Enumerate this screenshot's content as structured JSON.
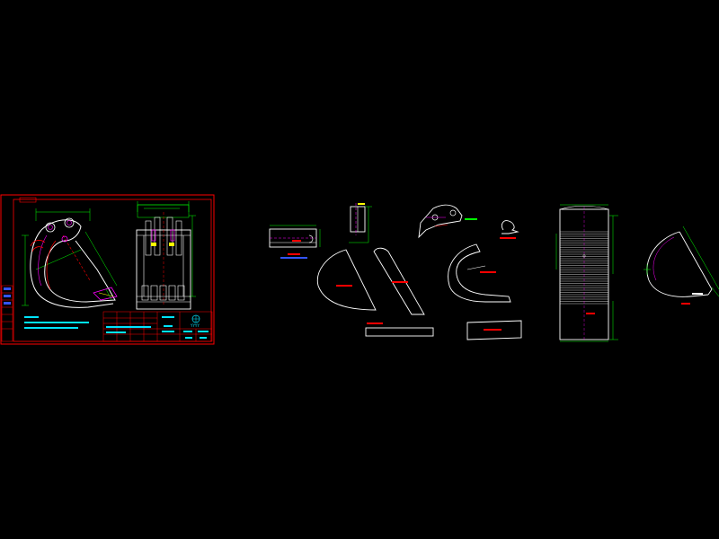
{
  "colors": {
    "background": "#000000",
    "frame": "#ff0000",
    "outline": "#ffffff",
    "dimension": "#00ff00",
    "centerline": "#ff00ff",
    "cyan": "#00e5ff",
    "yellow": "#ffff00",
    "blue": "#3355ff"
  },
  "title_block": {
    "logo_text": "YYYY"
  },
  "views": [
    {
      "id": "bucket-assembly",
      "icon": "bucket-side-view-icon"
    },
    {
      "id": "bucket-front",
      "icon": "bucket-front-view-icon"
    },
    {
      "id": "plate-1",
      "icon": "rectangular-plate-icon"
    },
    {
      "id": "plate-2",
      "icon": "vertical-plate-icon"
    },
    {
      "id": "ear-plate",
      "icon": "ear-plate-icon"
    },
    {
      "id": "hook",
      "icon": "hook-part-icon"
    },
    {
      "id": "side-plate",
      "icon": "side-plate-icon"
    },
    {
      "id": "rib",
      "icon": "rib-plate-icon"
    },
    {
      "id": "curved-plate",
      "icon": "curved-plate-icon"
    },
    {
      "id": "strip-1",
      "icon": "strip-plate-icon"
    },
    {
      "id": "strip-2",
      "icon": "strip-plate-icon"
    },
    {
      "id": "rolled-shell",
      "icon": "rolled-shell-icon"
    },
    {
      "id": "side-profile",
      "icon": "side-profile-icon"
    }
  ]
}
